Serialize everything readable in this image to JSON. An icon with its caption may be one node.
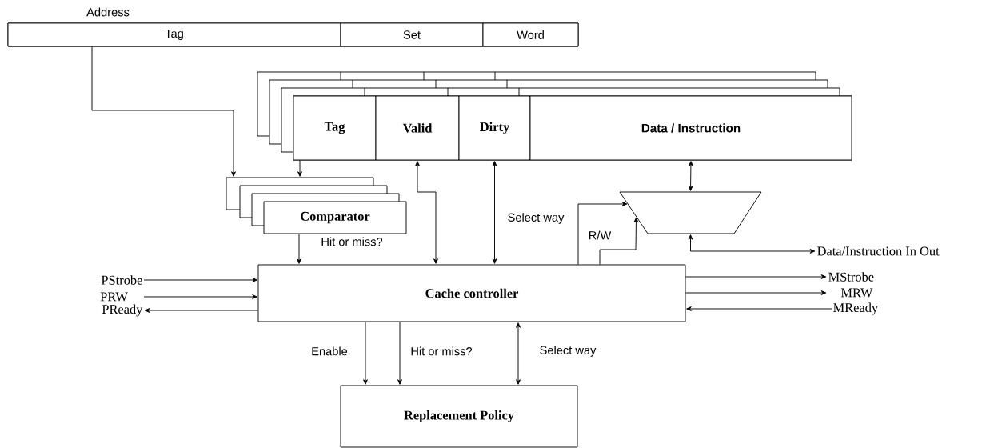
{
  "diagram": {
    "nodes": [
      {
        "text": [
          "Address"
        ]
      },
      {
        "text": [
          "Tag"
        ],
        "in": 0
      },
      {
        "text": [
          "Set"
        ],
        "in": 0
      },
      {
        "text": [
          "Word"
        ],
        "in": 0
      },
      {
        "text": [],
        "shape": "box"
      },
      {
        "text": [
          "Tag"
        ],
        "in": 4
      },
      {
        "text": [
          "Valid"
        ],
        "in": 4
      },
      {
        "text": [
          "Dirty"
        ],
        "in": 4
      },
      {
        "text": [
          "Data / Instruction"
        ],
        "in": 4
      },
      {
        "text": [
          "Comparator"
        ]
      },
      {
        "text": [],
        "shape": "trapezoid"
      },
      {
        "text": [
          "Cache controller"
        ]
      },
      {
        "text": [
          "Replacement Policy"
        ]
      },
      {
        "text": [
          "PStrobe"
        ]
      },
      {
        "text": [
          "PRW"
        ]
      },
      {
        "text": [
          "PReady"
        ]
      },
      {
        "text": [
          "MStrobe"
        ]
      },
      {
        "text": [
          "MRW"
        ]
      },
      {
        "text": [
          "MReady"
        ]
      },
      {
        "text": [
          "Data/Instruction In Out"
        ]
      }
    ],
    "edges": [
      {
        "from": 1,
        "to": 9,
        "arrow": "to"
      },
      {
        "from": 5,
        "to": 9,
        "arrow": "to"
      },
      {
        "from": 9,
        "to": 11,
        "arrow": "to",
        "label": "Hit or miss?"
      },
      {
        "from": 6,
        "to": 11,
        "arrow": "both"
      },
      {
        "from": 7,
        "to": 11,
        "arrow": "both",
        "label": "Select way"
      },
      {
        "from": 8,
        "to": 10,
        "arrow": "both"
      },
      {
        "from": 11,
        "to": 10,
        "arrow": "to"
      },
      {
        "from": 11,
        "to": 10,
        "arrow": "to",
        "label": "R/W"
      },
      {
        "from": 10,
        "to": 19,
        "arrow": "both"
      },
      {
        "from": 13,
        "to": 11,
        "arrow": "to"
      },
      {
        "from": 14,
        "to": 11,
        "arrow": "to"
      },
      {
        "from": 11,
        "to": 15,
        "arrow": "to"
      },
      {
        "from": 11,
        "to": 16,
        "arrow": "to"
      },
      {
        "from": 11,
        "to": 17,
        "arrow": "to"
      },
      {
        "from": 18,
        "to": 11,
        "arrow": "to"
      },
      {
        "from": 11,
        "to": 12,
        "arrow": "to",
        "label": "Enable"
      },
      {
        "from": 11,
        "to": 12,
        "arrow": "to",
        "label": "Hit or miss?"
      },
      {
        "from": 11,
        "to": 12,
        "arrow": "both",
        "label": "Select way"
      }
    ]
  }
}
